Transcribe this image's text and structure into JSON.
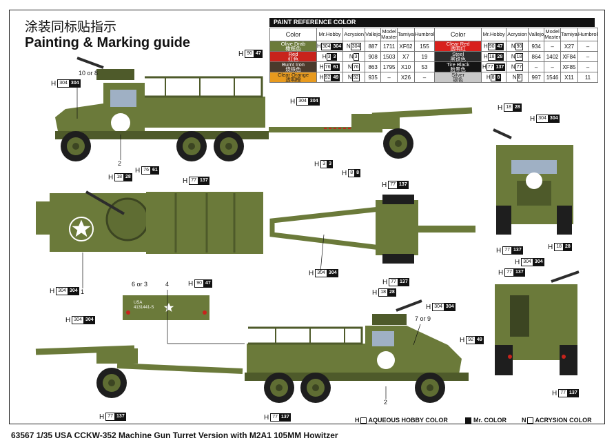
{
  "title_cn": "涂装同标贴指示",
  "title_en": "Painting & Marking guide",
  "paint_table": {
    "header": "PAINT  REFERENCE COLOR",
    "columns": [
      "Color",
      "Mr.Hobby",
      "Acrysion",
      "Vallejo",
      "Model Master",
      "Tamiya",
      "Humbrol"
    ],
    "left": [
      {
        "name": "Olive Drab",
        "cn": "橄榄色",
        "swatch": "#6b7a3a",
        "h_a": "304",
        "h_b": "304",
        "n": "304",
        "vallejo": "887",
        "model_master": "1711",
        "tamiya": "XF62",
        "humbrol": "155"
      },
      {
        "name": "Red",
        "cn": "红色",
        "swatch": "#c8231c",
        "h_a": "3",
        "h_b": "3",
        "n": "3",
        "vallejo": "908",
        "model_master": "1503",
        "tamiya": "X7",
        "humbrol": "19"
      },
      {
        "name": "Burnt Iron",
        "cn": "烧铁色",
        "swatch": "#4a3a2c",
        "h_a": "76",
        "h_b": "61",
        "n": "76",
        "vallejo": "863",
        "model_master": "1795",
        "tamiya": "X10",
        "humbrol": "53"
      },
      {
        "name": "Clear Orange",
        "cn": "透明橙",
        "swatch": "#e89a1e",
        "h_a": "92",
        "h_b": "49",
        "n": "92",
        "vallejo": "935",
        "model_master": "–",
        "tamiya": "X26",
        "humbrol": "–"
      }
    ],
    "right": [
      {
        "name": "Clear Red",
        "cn": "透明红",
        "swatch": "#d8201c",
        "h_a": "90",
        "h_b": "47",
        "n": "90",
        "vallejo": "934",
        "model_master": "–",
        "tamiya": "X27",
        "humbrol": "–"
      },
      {
        "name": "Steel",
        "cn": "黑铁色",
        "swatch": "#2c2c2c",
        "h_a": "18",
        "h_b": "28",
        "n": "18",
        "vallejo": "864",
        "model_master": "1402",
        "tamiya": "XF84",
        "humbrol": "–"
      },
      {
        "name": "Tire Black",
        "cn": "胎黑色",
        "swatch": "#141414",
        "h_a": "77",
        "h_b": "137",
        "n": "77",
        "vallejo": "–",
        "model_master": "–",
        "tamiya": "XF85",
        "humbrol": "–"
      },
      {
        "name": "Silver",
        "cn": "银色",
        "swatch": "#c8c8c8",
        "h_a": "8",
        "h_b": "8",
        "n": "8",
        "vallejo": "997",
        "model_master": "1546",
        "tamiya": "X11",
        "humbrol": "11"
      }
    ]
  },
  "callout_prefix": "H",
  "numbers": {
    "n10or8": "10 or 8",
    "n2a": "2",
    "n1": "1",
    "n6or3": "6 or 3",
    "n4": "4",
    "n7or9": "7 or 9",
    "n2b": "2"
  },
  "decal_text": {
    "usa": "USA",
    "serial": "4131441-S"
  },
  "legend": {
    "aqueous": "AQUEOUS HOBBY COLOR",
    "mr": "Mr. COLOR",
    "acrysion": "ACRYSION COLOR",
    "sym_h": "H",
    "sym_n": "N"
  },
  "footer": "63567  1/35 USA CCKW-352 Machine Gun Turret Version with M2A1 105MM Howitzer",
  "colors": {
    "olive": "#6b7a3a",
    "olive_dark": "#4e5a2a",
    "tire": "#1e1e1e"
  }
}
